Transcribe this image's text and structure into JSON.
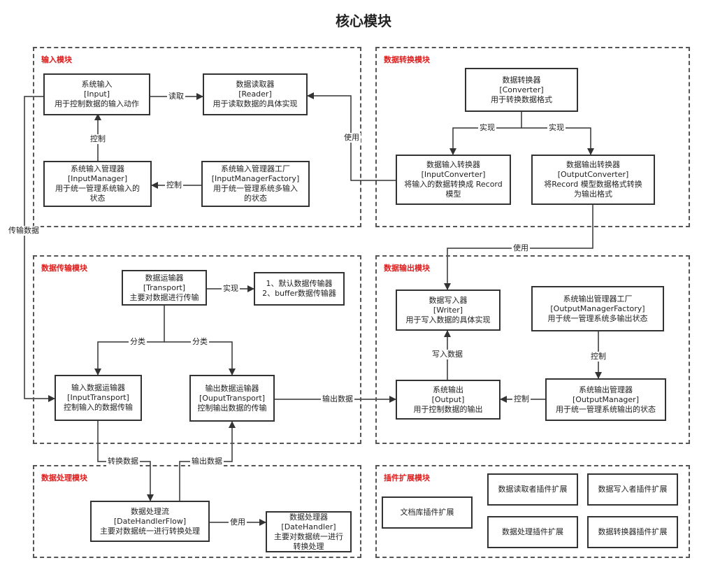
{
  "title": "核心模块",
  "groups": {
    "input": "输入模块",
    "convert": "数据转换模块",
    "transport": "数据传输模块",
    "output": "数据输出模块",
    "process": "数据处理模块",
    "plugin": "插件扩展模块"
  },
  "boxes": {
    "input": [
      "系统输入",
      "[Input]",
      "用于控制数据的输入动作"
    ],
    "reader": [
      "数据读取器",
      "[Reader]",
      "用于读取数据的具体实现"
    ],
    "input_manager": [
      "系统输入管理器",
      "[InputManager]",
      "用于统一管理系统输入的",
      "状态"
    ],
    "input_manager_factory": [
      "系统输入管理器工厂",
      "[InputManagerFactory]",
      "用于统一管理系统多输入",
      "的状态"
    ],
    "converter": [
      "数据转换器",
      "[Converter]",
      "用于转换数据格式"
    ],
    "input_converter": [
      "数据输入转换器",
      "[InputConverter]",
      "将输入的数据转换成 Record",
      "模型"
    ],
    "output_converter": [
      "数据输出转换器",
      "[OutputConverter]",
      "将Record 模型数据格式转换",
      "为输出格式"
    ],
    "transport": [
      "数据运输器",
      "[Transport]",
      "主要对数据进行传输"
    ],
    "transport_impl": [
      "1、默认数据传输器",
      "2、buffer数据传输器"
    ],
    "input_transport": [
      "输入数据运输器",
      "[InputTransport]",
      "控制输入的数据传输"
    ],
    "output_transport": [
      "输出数据运输器",
      "[OuputTransport]",
      "控制输出数据的传输"
    ],
    "writer": [
      "数据写入器",
      "[Writer]",
      "用于写入数据的具体实现"
    ],
    "output_manager_factory": [
      "系统输出管理器工厂",
      "[OutputManagerFactory]",
      "用于统一管理系统多输出状态"
    ],
    "output": [
      "系统输出",
      "[Output]",
      "用于控制数据的输出"
    ],
    "output_manager": [
      "系统输出管理器",
      "[OutputManager]",
      "用于统一管理系统输出的状态"
    ],
    "handler_flow": [
      "数据处理流",
      "[DateHandlerFlow]",
      "主要对数据统一进行转换处理"
    ],
    "handler": [
      "数据处理器",
      "[DateHandler]",
      "主要对数据统一进行",
      "转换处理"
    ],
    "plugin_doc": [
      "文档库插件扩展"
    ],
    "plugin_reader": [
      "数据读取者插件扩展"
    ],
    "plugin_writer": [
      "数据写入者插件扩展"
    ],
    "plugin_handler": [
      "数据处理插件扩展"
    ],
    "plugin_converter": [
      "数据转换器插件扩展"
    ]
  },
  "edges": {
    "read": "读取",
    "control_input": "控制",
    "control_input_factory": "控制",
    "use_reader": "使用",
    "impl_in": "实现",
    "impl_out": "实现",
    "transfer_data": "传输数据",
    "use_writer": "使用",
    "impl_transport": "实现",
    "classify_in": "分类",
    "classify_out": "分类",
    "write_data": "写入数据",
    "control_output_factory": "控制",
    "output_data": "输出数据",
    "control_output": "控制",
    "convert_data": "转换数据",
    "output_data_2": "输出数据",
    "use_handler": "使用"
  }
}
